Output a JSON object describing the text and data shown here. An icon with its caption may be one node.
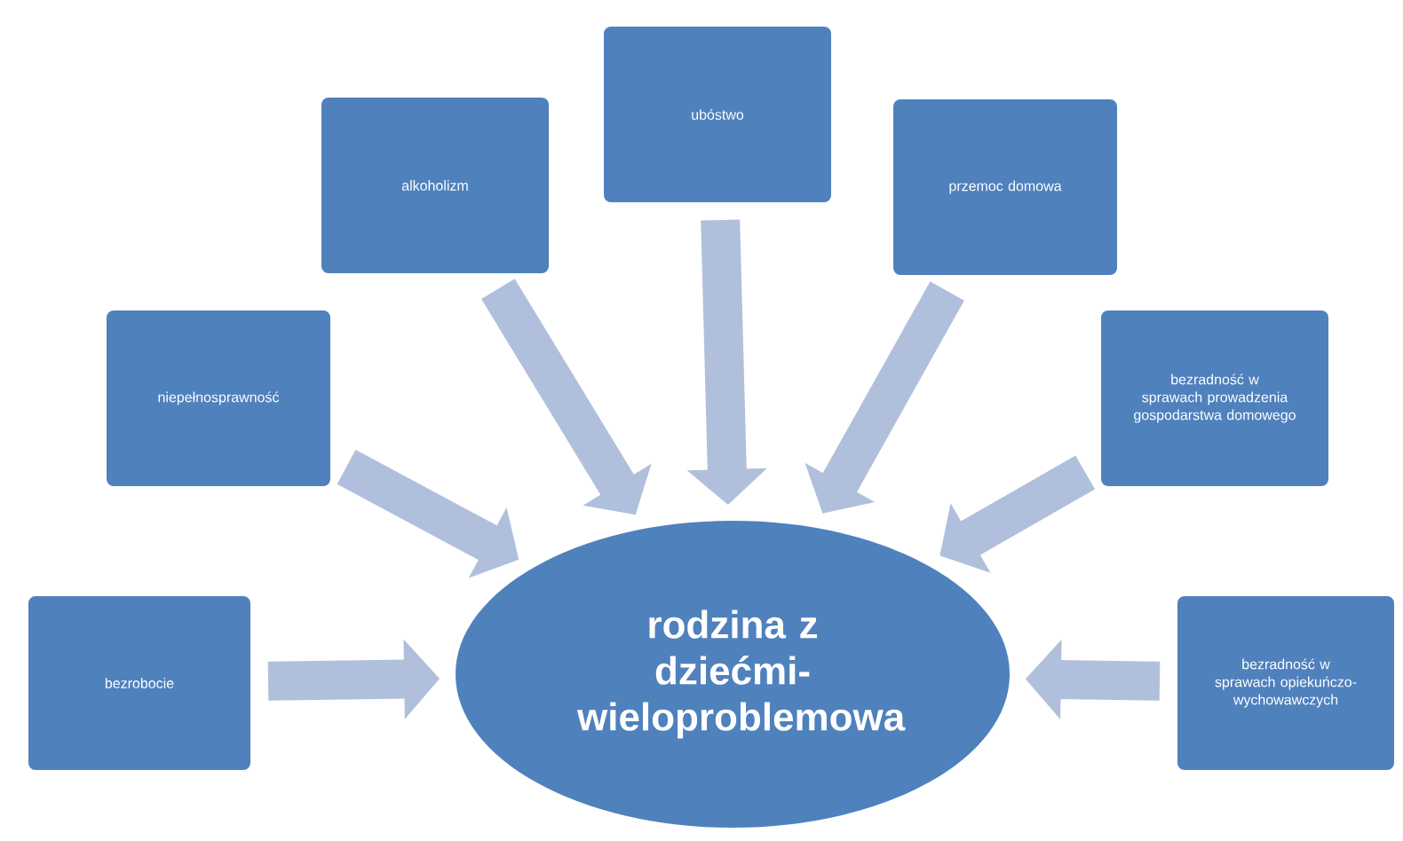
{
  "diagram": {
    "nodes": [
      {
        "text": [
          "ubóstwo"
        ]
      },
      {
        "text": [
          "alkoholizm"
        ]
      },
      {
        "text": [
          "przemoc domowa"
        ]
      },
      {
        "text": [
          "niepełnosprawność"
        ]
      },
      {
        "text": [
          "bezradność w sprawach prowadzenia gospodarstwa domowego"
        ]
      },
      {
        "text": [
          "rodzina z dziećmi-wieloproblemowa"
        ]
      },
      {
        "text": [
          "bezrobocie"
        ]
      },
      {
        "text": [
          "bezradność w sprawach opiekuńczo-wychowawczych"
        ]
      }
    ],
    "edges": [
      {
        "from": 0,
        "to": 5,
        "arrow": "to"
      },
      {
        "from": 1,
        "to": 5,
        "arrow": "to"
      },
      {
        "from": 2,
        "to": 5,
        "arrow": "to"
      },
      {
        "from": 3,
        "to": 5,
        "arrow": "to"
      },
      {
        "from": 4,
        "to": 5,
        "arrow": "to"
      },
      {
        "from": 6,
        "to": 5,
        "arrow": "to"
      },
      {
        "from": 7,
        "to": 5,
        "arrow": "to"
      }
    ]
  }
}
